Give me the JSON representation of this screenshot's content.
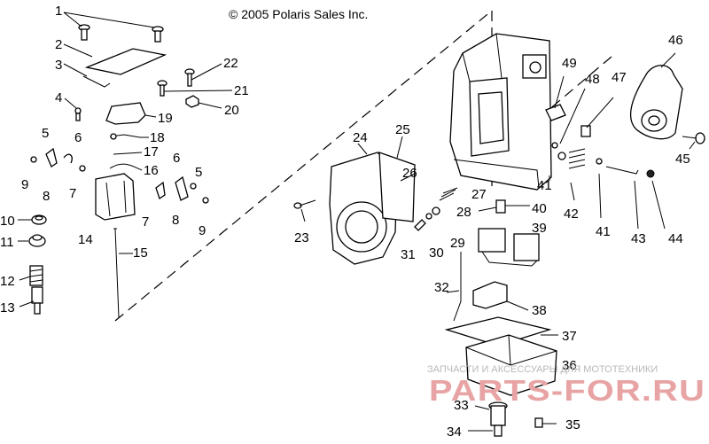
{
  "copyright": "© 2005 Polaris Sales Inc.",
  "callouts": [
    "1",
    "2",
    "3",
    "4",
    "5",
    "6",
    "7",
    "8",
    "9",
    "10",
    "11",
    "12",
    "13",
    "14",
    "15",
    "16",
    "17",
    "18",
    "19",
    "20",
    "21",
    "22",
    "23",
    "24",
    "25",
    "26",
    "27",
    "28",
    "29",
    "30",
    "31",
    "32",
    "33",
    "34",
    "35",
    "36",
    "37",
    "38",
    "39",
    "40",
    "41",
    "42",
    "43",
    "44",
    "45",
    "46",
    "47",
    "48",
    "49"
  ],
  "watermark": {
    "tagline": "ЗАПЧАСТИ И АКСЕССУАРЫ ДЛЯ МОТОТЕХНИКИ",
    "brand": "PARTS-FOR.RU"
  },
  "colors": {
    "line": "#000000",
    "background": "#ffffff",
    "watermark_brand": "#e8a4a4",
    "watermark_text": "#b9b9b9"
  }
}
